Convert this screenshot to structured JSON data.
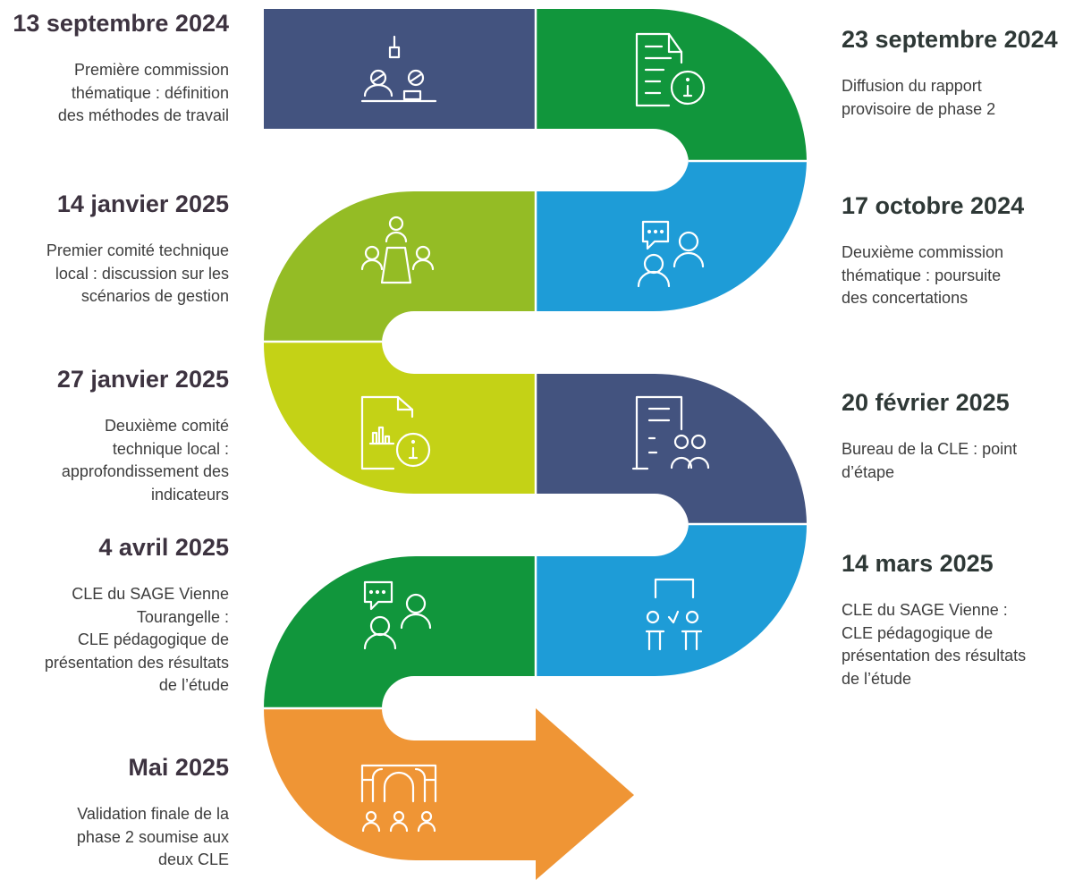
{
  "colors": {
    "navy": "#43537f",
    "green": "#11963c",
    "blue": "#1e9cd7",
    "lime": "#94bc25",
    "yellow_green": "#c4d216",
    "orange": "#ef9535",
    "date_text_left": "#3d3340",
    "date_text_right": "#2e3836"
  },
  "steps": [
    {
      "date": "13 septembre 2024",
      "text": "Première commission\nthématique : définition\ndes méthodes de travail",
      "icon": "meeting-laptop-icon"
    },
    {
      "date": "23 septembre 2024",
      "text": "Diffusion du rapport\nprovisoire de phase 2",
      "icon": "document-info-icon"
    },
    {
      "date": "17 octobre 2024",
      "text": "Deuxième commission\nthématique : poursuite\ndes concertations",
      "icon": "chat-people-icon"
    },
    {
      "date": "14 janvier 2025",
      "text": "Premier comité technique\nlocal : discussion sur les\nscénarios de gestion",
      "icon": "round-table-icon"
    },
    {
      "date": "27 janvier 2025",
      "text": "Deuxième comité\ntechnique local :\napprofondissement des\nindicateurs",
      "icon": "chart-document-info-icon"
    },
    {
      "date": "20 février 2025",
      "text": "Bureau de la CLE : point\nd’étape",
      "icon": "document-group-icon"
    },
    {
      "date": "14 mars 2025",
      "text": "CLE du SAGE Vienne :\nCLE pédagogique de\nprésentation des résultats\nde l’étude",
      "icon": "presentation-icon"
    },
    {
      "date": "4 avril 2025",
      "text": "CLE du SAGE Vienne\nTourangelle :\nCLE pédagogique de\nprésentation des résultats\nde l’étude",
      "icon": "chat-people-icon"
    },
    {
      "date": "Mai 2025",
      "text": "Validation finale de la\nphase 2 soumise aux\ndeux CLE",
      "icon": "assembly-hall-icon"
    }
  ]
}
